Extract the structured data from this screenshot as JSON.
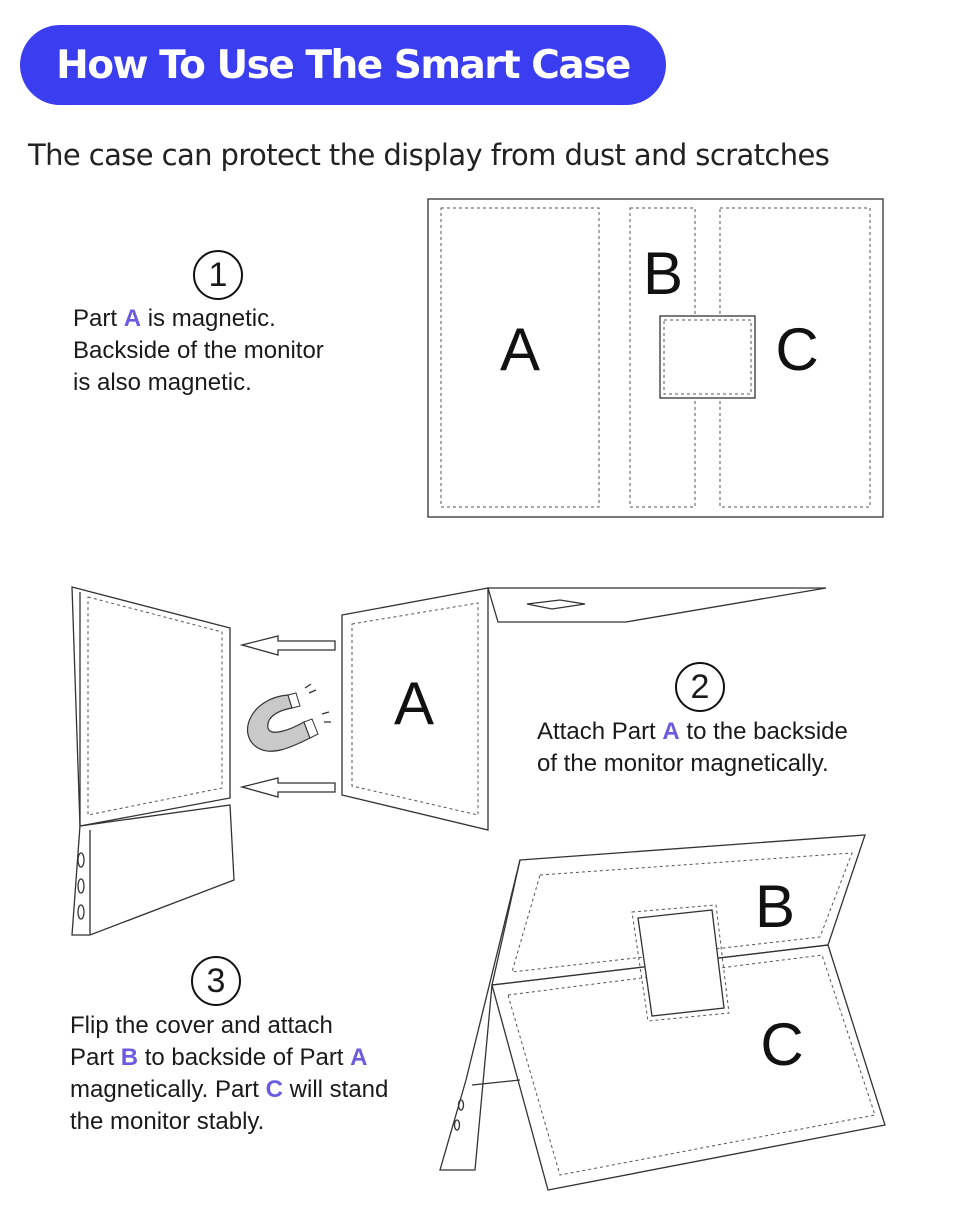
{
  "header": {
    "title": "How To Use The Smart Case"
  },
  "subtitle": "The case can protect the display from dust and scratches",
  "colors": {
    "accent": "#3b3df0",
    "highlight": "#6a5be0"
  },
  "step1": {
    "number": "1",
    "line1_pre": "Part ",
    "line1_part": "A",
    "line1_post": " is magnetic.",
    "line2": "Backside of the monitor",
    "line3": "is also magnetic."
  },
  "step2": {
    "number": "2",
    "line1_pre": "Attach Part ",
    "line1_part": "A",
    "line1_post": " to the backside",
    "line2": "of the monitor magnetically."
  },
  "step3": {
    "number": "3",
    "line1": "Flip the cover and attach",
    "line2_pre": "Part ",
    "line2_part": "B",
    "line2_mid": " to backside of Part ",
    "line2_part2": "A",
    "line3_pre": "magnetically. Part ",
    "line3_part": "C",
    "line3_post": " will stand",
    "line4": "the monitor stably."
  },
  "diagram_labels": {
    "flat_a": "A",
    "flat_b": "B",
    "flat_c": "C",
    "attach_a": "A",
    "stand_b": "B",
    "stand_c": "C"
  }
}
